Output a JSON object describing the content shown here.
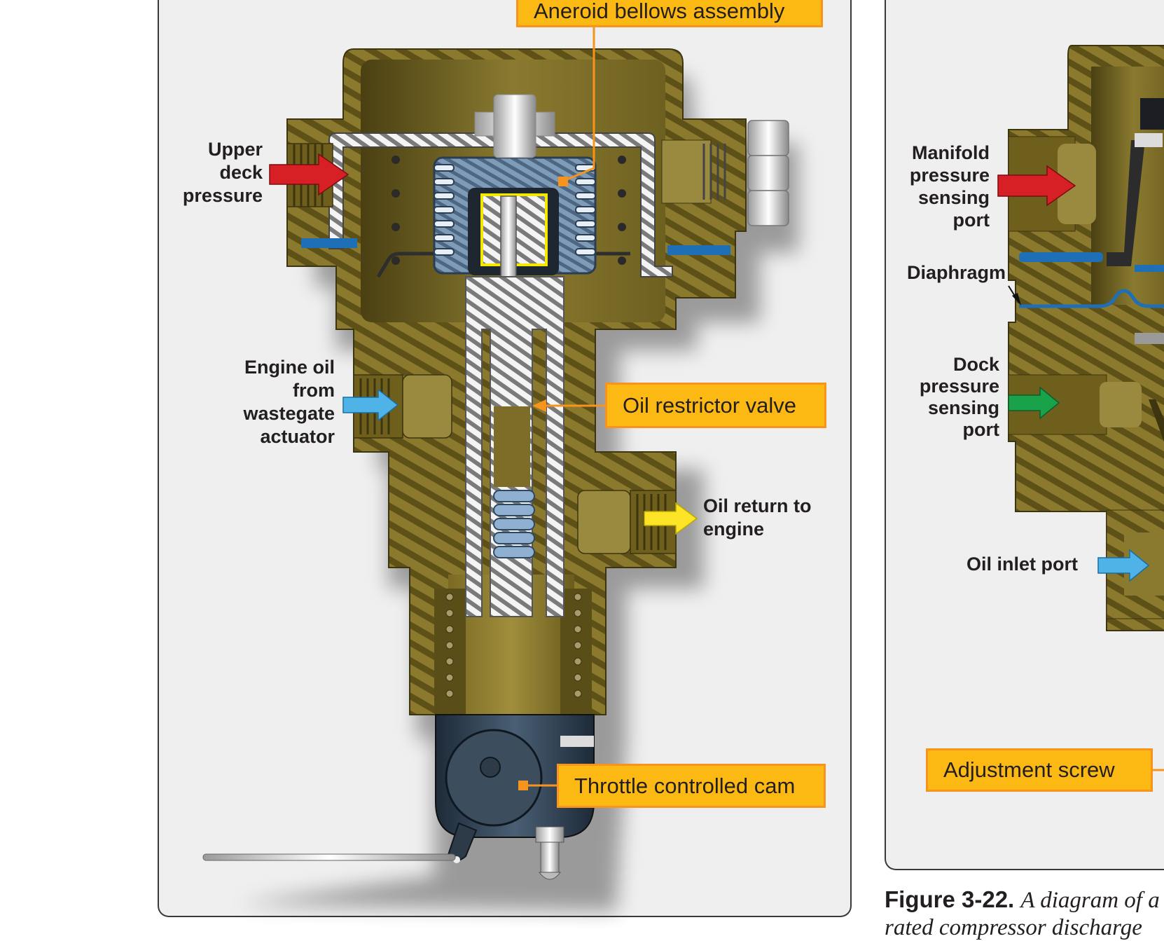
{
  "left_diagram": {
    "labels": {
      "upper_deck": "Upper\ndeck\npressure",
      "engine_oil": "Engine oil\nfrom\nwastegate\nactuator",
      "oil_return": "Oil return to\nengine"
    },
    "callouts": {
      "aneroid": "Aneroid bellows assembly",
      "oil_restrictor": "Oil restrictor valve",
      "throttle_cam": "Throttle controlled cam"
    }
  },
  "right_diagram": {
    "labels": {
      "manifold": "Manifold\npressure\nsensing\nport",
      "diaphragm": "Diaphragm",
      "dock": "Dock\npressure\nsensing\nport",
      "oil_inlet": "Oil inlet port"
    },
    "callouts": {
      "adjustment": "Adjustment screw"
    }
  },
  "caption": {
    "figure": "Figure 3-22.",
    "text": "A diagram of a",
    "text_line2": "rated compressor discharge"
  },
  "colors": {
    "housing": "#8b7a2e",
    "housing_dark": "#574b16",
    "arrow_red": "#d71f26",
    "arrow_blue": "#4fb3e8",
    "arrow_green": "#1aa24a",
    "arrow_yellow": "#fde427",
    "callout_fill": "#fdb913",
    "callout_border": "#f7941d"
  }
}
